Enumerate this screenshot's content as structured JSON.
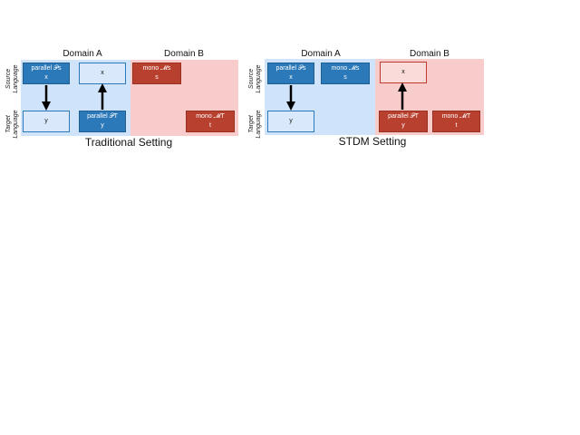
{
  "labels": {
    "domain_a": "Domain A",
    "domain_b": "Domain B",
    "source_language": "Source\nLanguage",
    "target_language": "Target\nLanguage"
  },
  "left": {
    "caption": "Traditional Setting",
    "parallel_s_top": "parallel 𝒫s",
    "parallel_s_bottom": "x",
    "x_box": "x",
    "y_box": "y",
    "parallel_t_top": "parallel 𝒫T",
    "parallel_t_bottom": "y",
    "mono_s_top": "mono 𝓜s",
    "mono_s_bottom": "s",
    "mono_t_top": "mono 𝓜T",
    "mono_t_bottom": "t"
  },
  "right": {
    "caption": "STDM Setting",
    "parallel_s_top": "parallel 𝒫s",
    "parallel_s_bottom": "x",
    "mono_s_top": "mono 𝓜s",
    "mono_s_bottom": "s",
    "y_box": "y",
    "x_box": "x",
    "parallel_t_top": "parallel 𝒫T",
    "parallel_t_bottom": "y",
    "mono_t_top": "mono 𝓜T",
    "mono_t_bottom": "t"
  },
  "colors": {
    "domain_a_bg": "#cfe3fa",
    "domain_b_bg": "#f9cccc",
    "blue": "#2b79b8",
    "red": "#b8402e"
  }
}
